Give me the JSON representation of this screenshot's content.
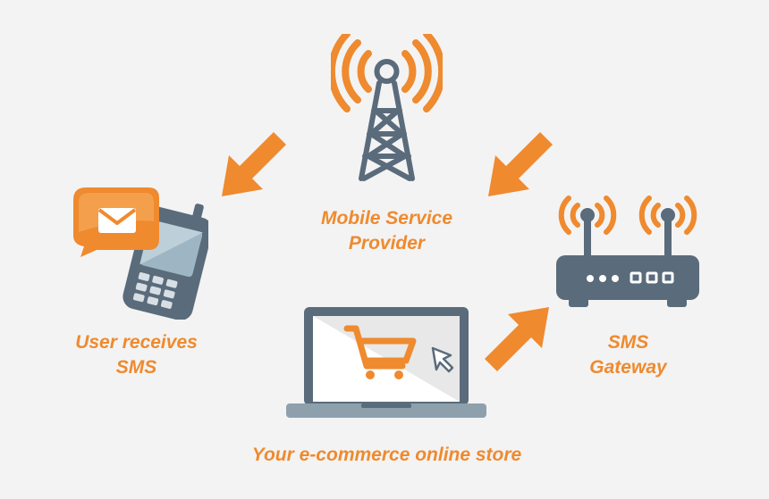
{
  "colors": {
    "accent": "#ef8a2e",
    "slate": "#5a6b7b",
    "slate_light": "#8fa0ad",
    "screen_bg": "#ffffff",
    "background": "#f3f3f3"
  },
  "nodes": {
    "tower": {
      "icon": "cell-tower-icon",
      "line1": "Mobile Service",
      "line2": "Provider"
    },
    "user": {
      "icon": "mobile-phone-sms-icon",
      "line1": "User receives",
      "line2": "SMS"
    },
    "gateway": {
      "icon": "router-icon",
      "line1": "SMS",
      "line2": "Gateway"
    },
    "store": {
      "icon": "laptop-cart-icon",
      "line1": "Your e-commerce online store"
    }
  },
  "flow": [
    {
      "from": "store",
      "to": "gateway"
    },
    {
      "from": "gateway",
      "to": "tower"
    },
    {
      "from": "tower",
      "to": "user"
    }
  ]
}
